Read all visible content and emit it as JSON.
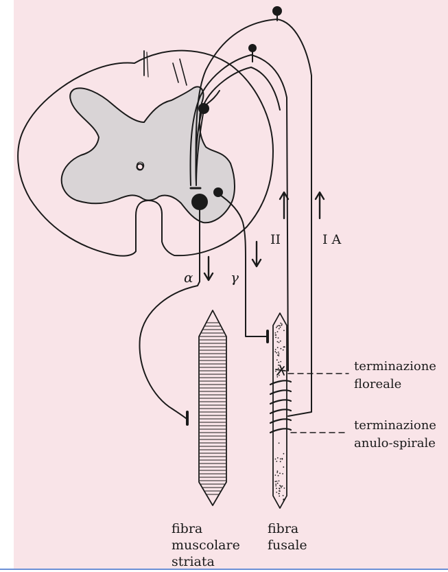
{
  "labels": {
    "cord_center": "O",
    "alpha": "α",
    "gamma": "γ",
    "fiber_II": "II",
    "fiber_IA": "I A",
    "term_floreale_1": "terminazione",
    "term_floreale_2": "floreale",
    "term_anulo_1": "terminazione",
    "term_anulo_2": "anulo-spirale",
    "fibra_muscolare_1": "fibra",
    "fibra_muscolare_2": "muscolare",
    "fibra_muscolare_3": "striata",
    "fibra_fusale_1": "fibra",
    "fibra_fusale_2": "fusale"
  },
  "colors": {
    "background": "#f9e4e8",
    "ink": "#1a1a1a",
    "gray_matter": "#d9d4d6"
  }
}
